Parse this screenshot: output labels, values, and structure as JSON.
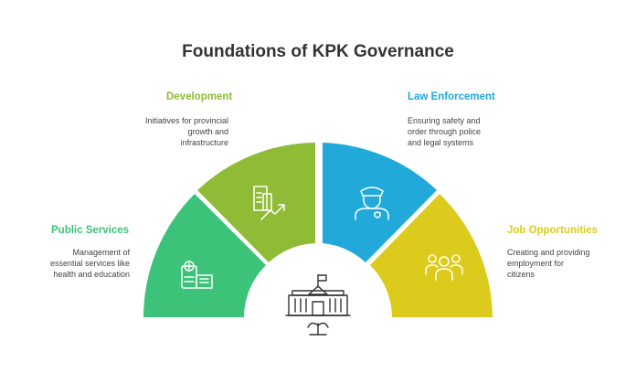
{
  "title": "Foundations of KPK Governance",
  "colors": {
    "public_services": "#3dc27a",
    "development": "#8fbb37",
    "law_enforcement": "#21a9d9",
    "job_opportunities": "#dccb1c",
    "outline": "#333333"
  },
  "sections": {
    "development": {
      "title": "Development",
      "desc": [
        "Initiatives for provincial",
        "growth and",
        "infrastructure"
      ],
      "icon": "building-growth-icon"
    },
    "law_enforcement": {
      "title": "Law Enforcement",
      "desc": [
        "Ensuring safety and",
        "order through police",
        "and legal systems"
      ],
      "icon": "police-officer-icon"
    },
    "public_services": {
      "title": "Public Services",
      "desc": [
        "Management of",
        "essential services like",
        "health and education"
      ],
      "icon": "health-education-icon"
    },
    "job_opportunities": {
      "title": "Job Opportunities",
      "desc": [
        "Creating and providing",
        "employment for",
        "citizens"
      ],
      "icon": "people-group-icon"
    }
  },
  "center_icon": "government-building-icon"
}
